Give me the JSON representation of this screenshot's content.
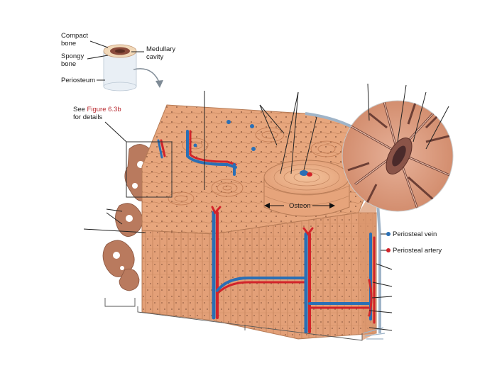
{
  "inset_labels": {
    "compact_bone": [
      "Compact",
      "bone"
    ],
    "spongy_bone": [
      "Spongy",
      "bone"
    ],
    "periosteum": "Periosteum",
    "medullary_cavity": [
      "Medullary",
      "cavity"
    ]
  },
  "see_figure": {
    "prefix": "See ",
    "ref": "Figure 6.3b",
    "suffix": "for details"
  },
  "osteon_label": "Osteon",
  "vessel_labels": {
    "periosteal_vein": "Periosteal vein",
    "periosteal_artery": "Periosteal artery"
  },
  "colors": {
    "bone": "#e7a67d",
    "bone_dark": "#c07a52",
    "spongy": "#b97a5e",
    "artery": "#d2232a",
    "vein": "#2a6fb5",
    "periosteum": "#d9e4ef",
    "osteocyte_bg": "#d99a7a",
    "figure_ref": "#b8282e"
  }
}
